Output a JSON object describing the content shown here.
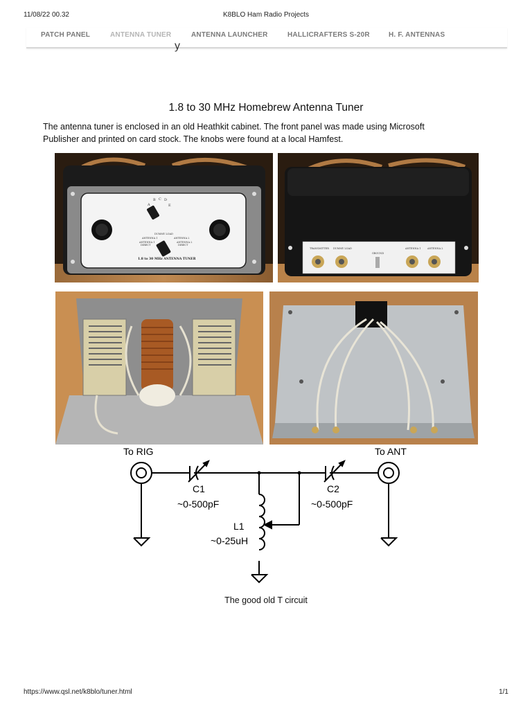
{
  "header": {
    "datetime": "11/08/22 00.32",
    "title": "K8BLO Ham Radio Projects"
  },
  "nav": {
    "items": [
      {
        "label": "PATCH PANEL"
      },
      {
        "label": "ANTENNA TUNER"
      },
      {
        "label": "ANTENNA LAUNCHER"
      },
      {
        "label": "HALLICRAFTERS S-20R"
      },
      {
        "label": "H. F. ANTENNAS"
      }
    ],
    "active_index": 1
  },
  "main": {
    "title": "1.8 to 30 MHz Homebrew Antenna Tuner",
    "intro": "The antenna tuner is enclosed in an old Heathkit cabinet.  The front panel was made using Microsoft Publisher and printed on card stock.  The knobs were found at a local Hamfest.",
    "photos": {
      "front_panel": {
        "switch_letters": [
          "B",
          "C",
          "D",
          "A",
          "E"
        ],
        "labels": [
          "DUMMY LOAD",
          "ANTENNA 1",
          "ANTENNA 2",
          "ANTENNA 1",
          "ANTENNA 2"
        ],
        "sublabels": [
          "DIRECT",
          "DIRECT"
        ],
        "footer": "1.8 to 30 MHz ANTENNA TUNER"
      },
      "rear_panel": {
        "labels": [
          "TRANSMITTER",
          "DUMMY LOAD",
          "GROUND",
          "ANTENNA 1",
          "ANTENNA 2"
        ]
      }
    },
    "schematic": {
      "rig_label": "To RIG",
      "ant_label": "To ANT",
      "c1_name": "C1",
      "c1_value": "~0-500pF",
      "c2_name": "C2",
      "c2_value": "~0-500pF",
      "l1_name": "L1",
      "l1_value": "~0-25uH"
    },
    "caption": "The good old T circuit"
  },
  "footer": {
    "url": "https://www.qsl.net/k8blo/tuner.html",
    "page": "1/1"
  }
}
